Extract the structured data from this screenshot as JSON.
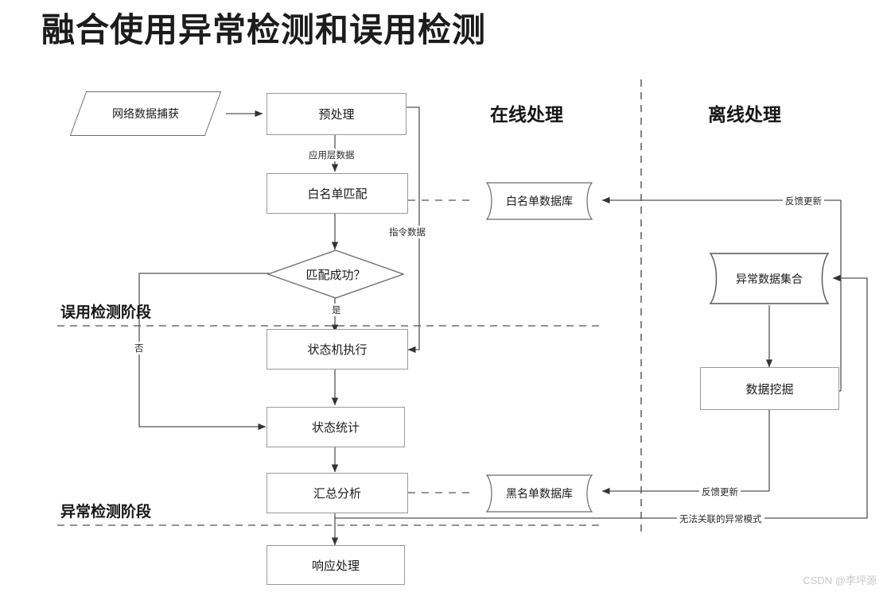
{
  "title": "融合使用异常检测和误用检测",
  "watermark": "CSDN @李坪源",
  "lanes": [
    {
      "id": "online",
      "label": "在线处理"
    },
    {
      "id": "offline",
      "label": "离线处理"
    }
  ],
  "phases": [
    {
      "id": "misuse",
      "label": "误用检测阶段"
    },
    {
      "id": "anomaly",
      "label": "异常检测阶段"
    }
  ],
  "nodes": [
    {
      "id": "capture",
      "label": "网络数据捕获",
      "shape": "parallelogram"
    },
    {
      "id": "preprocess",
      "label": "预处理",
      "shape": "rect"
    },
    {
      "id": "whitematch",
      "label": "白名单匹配",
      "shape": "rect"
    },
    {
      "id": "matchok",
      "label": "匹配成功？",
      "shape": "diamond"
    },
    {
      "id": "statemachine",
      "label": "状态机执行",
      "shape": "rect"
    },
    {
      "id": "statestat",
      "label": "状态统计",
      "shape": "rect"
    },
    {
      "id": "summary",
      "label": "汇总分析",
      "shape": "rect"
    },
    {
      "id": "response",
      "label": "响应处理",
      "shape": "rect"
    },
    {
      "id": "whitedb",
      "label": "白名单数据库",
      "shape": "database"
    },
    {
      "id": "blackdb",
      "label": "黑名单数据库",
      "shape": "database"
    },
    {
      "id": "anomalyset",
      "label": "异常数据集合",
      "shape": "database"
    },
    {
      "id": "datamining",
      "label": "数据挖掘",
      "shape": "rect"
    }
  ],
  "edge_labels": [
    {
      "id": "applayer",
      "label": "应用层数据"
    },
    {
      "id": "cmddata",
      "label": "指令数据"
    },
    {
      "id": "yes",
      "label": "是"
    },
    {
      "id": "no",
      "label": "否"
    },
    {
      "id": "feedback_top",
      "label": "反馈更新"
    },
    {
      "id": "feedback_bot",
      "label": "反馈更新"
    },
    {
      "id": "unlinked",
      "label": "无法关联的异常模式"
    }
  ],
  "colors": {
    "box_border": "#9a9a9a",
    "shape_border": "#6b6b6b",
    "wire": "#555555",
    "divider": "#6e6e6e",
    "background": "#ffffff",
    "watermark": "#c9c9c9"
  }
}
